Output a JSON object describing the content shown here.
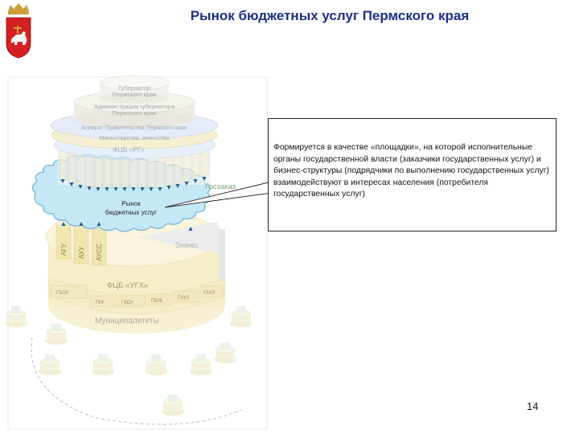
{
  "header": {
    "title": "Рынок бюджетных услуг Пермского края"
  },
  "logo": {
    "description_icon": "perm-krai-coat-of-arms-icon",
    "crest_color": "#d42020",
    "bear_color": "#f4f4f4"
  },
  "diagram": {
    "tiers": {
      "governor": [
        "Губернатор",
        "Пермского края"
      ],
      "administration": [
        "Администрация губернатора",
        "Пермского края"
      ],
      "government_apparatus": "Аппарат Правительства Пермского края",
      "ministries": "Министерства, агентства",
      "fcb_rg": "ФЦБ «РГ»"
    },
    "market": {
      "gos_zakaz": "Госзаказ",
      "label": [
        "Рынок",
        "бюджетных услуг"
      ]
    },
    "bottom": {
      "agencies": [
        "АГУ",
        "АУУ",
        "АУСС"
      ],
      "business": "бизнес",
      "fcb_ugh": "ФЦБ «УГХ»",
      "cells": [
        "ГБОУ",
        "ГКУ",
        "ГКОУ",
        "ГБУК",
        "ГКУЗ",
        "ГАУЗ"
      ],
      "municipalities": "Муниципалитеты"
    },
    "colors": {
      "market_fill": "#c5e8f7",
      "market_stroke": "#7ab8d8",
      "arrow_color": "#1f5e8f",
      "gos_zakaz_color": "#7aa86a",
      "ring_yellow": "#f1ebc3",
      "ring_blue": "#dfe7f5"
    }
  },
  "callout": {
    "text": "Формируется в качестве «площадки», на которой исполнительные органы государственной власти (заказчики государственных услуг) и бизнес-структуры (подрядчики по выполнению государственных услуг) взаимодействуют в интересах населения (потребителя государственных услуг)"
  },
  "footer": {
    "page_number": "14"
  }
}
